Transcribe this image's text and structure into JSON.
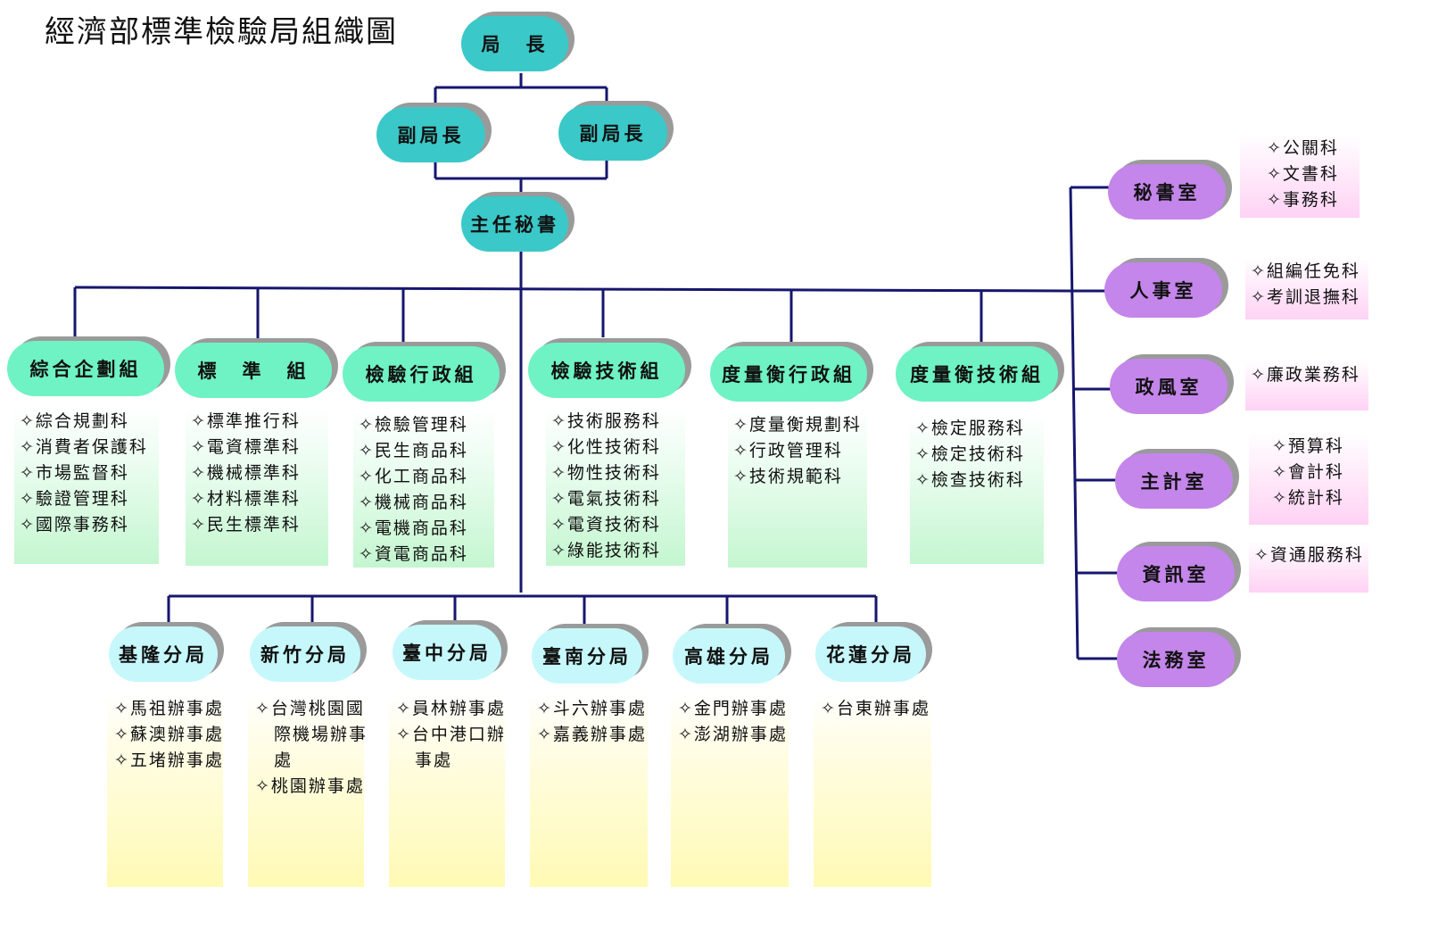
{
  "title": "經濟部標準檢驗局組織圖",
  "director": "局　長",
  "deputy_left": "副局長",
  "deputy_right": "副局長",
  "chief_secretary": "主任秘書",
  "groups": [
    {
      "name": "綜合企劃組",
      "items": [
        "✧綜合規劃科",
        "✧消費者保護科",
        "✧市場監督科",
        "✧驗證管理科",
        "✧國際事務科"
      ]
    },
    {
      "name": "標　準　組",
      "items": [
        "✧標準推行科",
        "✧電資標準科",
        "✧機械標準科",
        "✧材料標準科",
        "✧民生標準科"
      ]
    },
    {
      "name": "檢驗行政組",
      "items": [
        "✧檢驗管理科",
        "✧民生商品科",
        "✧化工商品科",
        "✧機械商品科",
        "✧電機商品科",
        "✧資電商品科"
      ]
    },
    {
      "name": "檢驗技術組",
      "items": [
        "✧技術服務科",
        "✧化性技術科",
        "✧物性技術科",
        "✧電氣技術科",
        "✧電資技術科",
        "✧綠能技術科"
      ]
    },
    {
      "name": "度量衡行政組",
      "items": [
        "✧度量衡規劃科",
        "✧行政管理科",
        "✧技術規範科"
      ]
    },
    {
      "name": "度量衡技術組",
      "items": [
        "✧檢定服務科",
        "✧檢定技術科",
        "✧檢查技術科"
      ]
    }
  ],
  "branches": [
    {
      "name": "基隆分局",
      "items": [
        "✧馬祖辦事處",
        "✧蘇澳辦事處",
        "✧五堵辦事處"
      ]
    },
    {
      "name": "新竹分局",
      "items": [
        "✧台灣桃園國",
        "　際機場辦事",
        "　處",
        "✧桃園辦事處"
      ]
    },
    {
      "name": "臺中分局",
      "items": [
        "✧員林辦事處",
        "✧台中港口辦",
        "　事處"
      ]
    },
    {
      "name": "臺南分局",
      "items": [
        "✧斗六辦事處",
        "✧嘉義辦事處"
      ]
    },
    {
      "name": "高雄分局",
      "items": [
        "✧金門辦事處",
        "✧澎湖辦事處"
      ]
    },
    {
      "name": "花蓮分局",
      "items": [
        "✧台東辦事處"
      ]
    }
  ],
  "offices": [
    {
      "name": "秘書室",
      "items": [
        "✧公關科",
        "✧文書科",
        "✧事務科"
      ]
    },
    {
      "name": "人事室",
      "items": [
        "✧組編任免科",
        "✧考訓退撫科"
      ]
    },
    {
      "name": "政風室",
      "items": [
        "✧廉政業務科"
      ]
    },
    {
      "name": "主計室",
      "items": [
        "✧預算科",
        "✧會計科",
        "✧統計科"
      ]
    },
    {
      "name": "資訊室",
      "items": [
        "✧資通服務科"
      ]
    },
    {
      "name": "法務室",
      "items": []
    }
  ],
  "colors": {
    "connector": "#16166e",
    "leadership": "#3bc8c8",
    "group": "#6ff2c4",
    "office": "#c486ea",
    "branch": "#c6f8fb"
  }
}
